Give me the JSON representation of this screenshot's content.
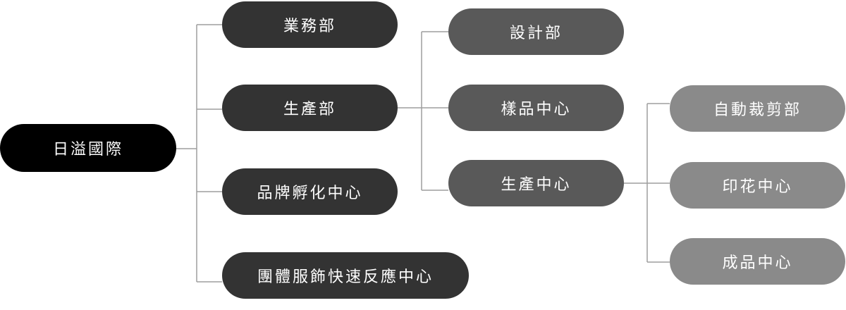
{
  "diagram": {
    "root": {
      "label": "日溢國際"
    },
    "level1": {
      "sales": "業務部",
      "production": "生產部",
      "brand_incubation": "品牌孵化中心",
      "group_rapid_response": "團體服飾快速反應中心"
    },
    "level2": {
      "design": "設計部",
      "sample_center": "樣品中心",
      "production_center": "生產中心"
    },
    "level3": {
      "auto_cutting": "自動裁剪部",
      "printing_center": "印花中心",
      "finished_goods_center": "成品中心"
    },
    "colors": {
      "root_fill": "#000000",
      "level1_fill": "#333333",
      "level2_fill": "#595959",
      "level3_fill": "#8a8a8a",
      "connector": "#9e9e9e",
      "text": "#ffffff"
    }
  }
}
